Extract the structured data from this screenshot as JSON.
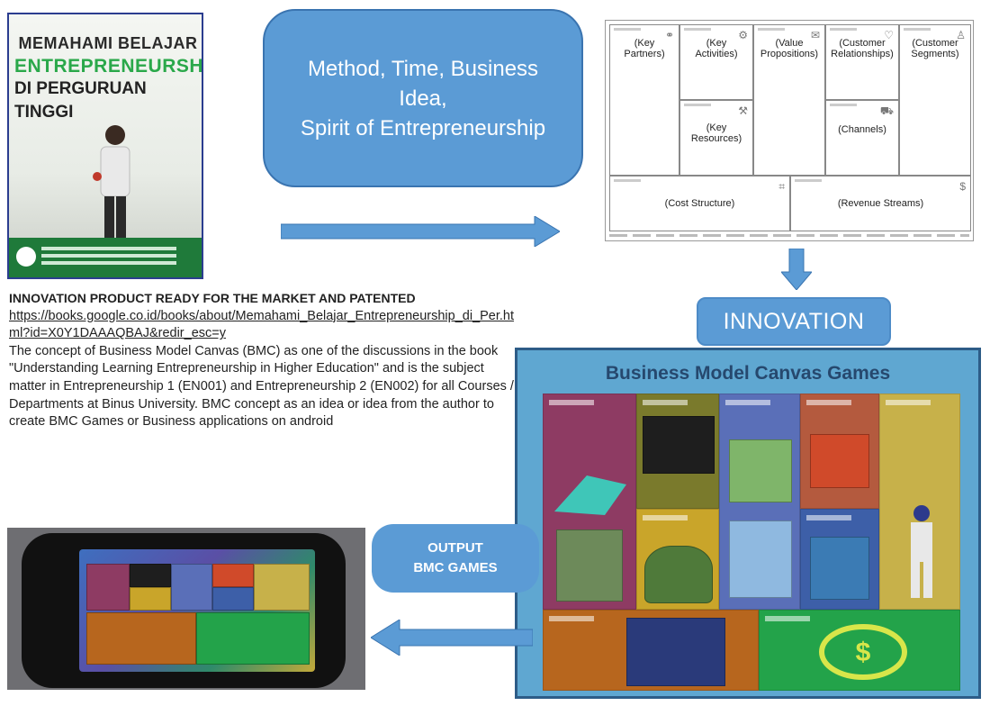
{
  "book": {
    "title_line1": "MEMAHAMI BELAJAR",
    "title_line2": "ENTREPRENEURSHIP",
    "title_line3": "DI PERGURUAN",
    "title_line4": "TINGGI"
  },
  "method_box": {
    "line1": "Method, Time, Business",
    "line2": "Idea,",
    "line3": "Spirit of Entrepreneurship"
  },
  "bmc_template": {
    "key_partners": "(Key Partners)",
    "key_activities": "(Key Activities)",
    "key_resources": "(Key Resources)",
    "value_propositions": "(Value Propositions)",
    "customer_relationships": "(Customer Relationships)",
    "channels": "(Channels)",
    "customer_segments": "(Customer Segments)",
    "cost_structure": "(Cost Structure)",
    "revenue_streams": "(Revenue Streams)"
  },
  "innovation": {
    "label": "INNOVATION"
  },
  "text_block": {
    "heading": "INNOVATION PRODUCT READY FOR THE MARKET AND PATENTED",
    "url": "https://books.google.co.id/books/about/Memahami_Belajar_Entrepreneurship_di_Per.html?id=X0Y1DAAAQBAJ&redir_esc=y",
    "paragraph": "The concept of Business Model Canvas (BMC) as one of the discussions in the book \"Understanding Learning Entrepreneurship in Higher Education\" and is the subject matter in Entrepreneurship 1 (EN001) and Entrepreneurship 2 (EN002) for all Courses / Departments at Binus University. BMC concept as an idea or idea from the author to create BMC Games or Business applications on android"
  },
  "games": {
    "title": "Business Model Canvas Games"
  },
  "output_box": {
    "line1": "OUTPUT",
    "line2": "BMC GAMES"
  },
  "colors": {
    "accent_blue": "#5b9bd5",
    "book_green": "#2aa84a",
    "games_bg": "#5fa7d1"
  }
}
